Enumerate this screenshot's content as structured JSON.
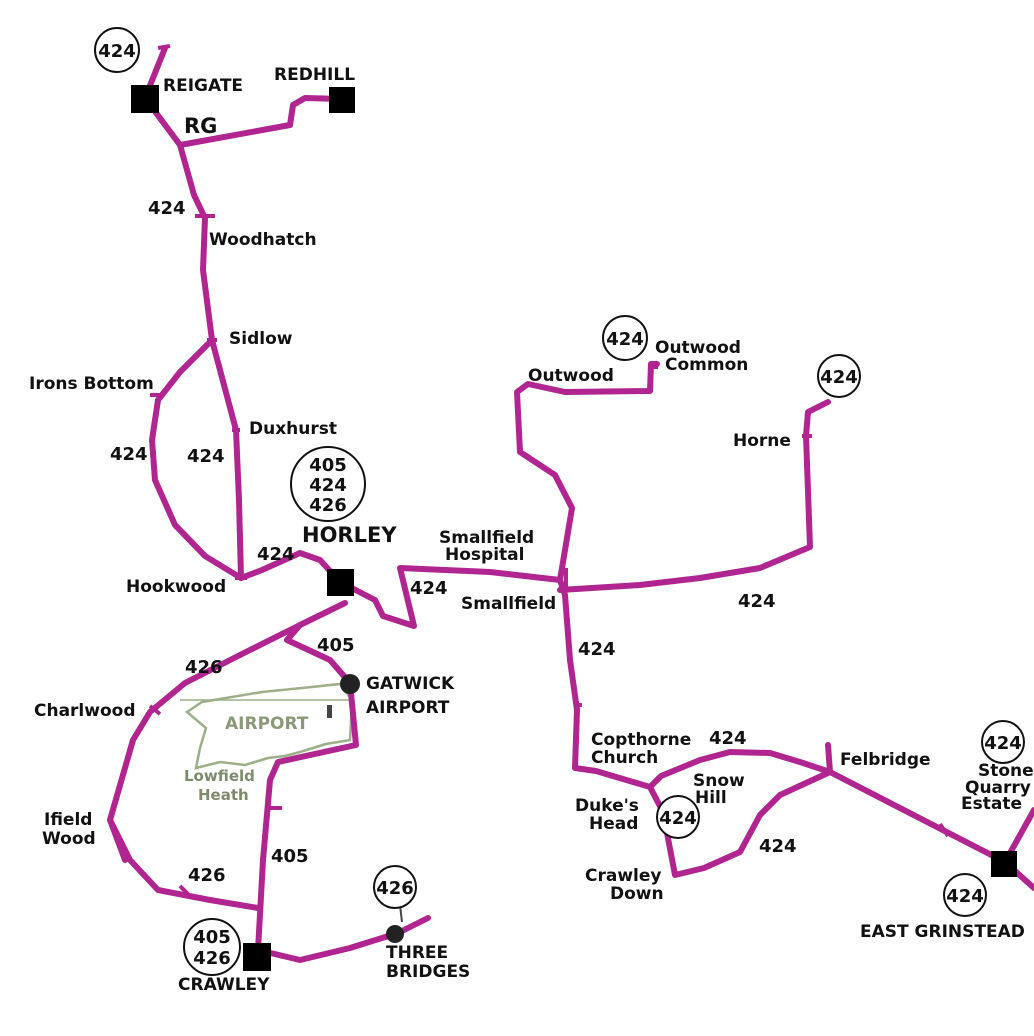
{
  "places": {
    "reigate": "REIGATE",
    "redhill": "REDHILL",
    "rg": "RG",
    "woodhatch": "Woodhatch",
    "sidlow": "Sidlow",
    "irons_bottom": "Irons Bottom",
    "duxhurst": "Duxhurst",
    "hookwood": "Hookwood",
    "horley": "HORLEY",
    "smallfield_hospital_1": "Smallfield",
    "smallfield_hospital_2": "Hospital",
    "smallfield": "Smallfield",
    "outwood": "Outwood",
    "outwood_common_1": "Outwood",
    "outwood_common_2": "Common",
    "horne": "Horne",
    "gatwick_1": "GATWICK",
    "gatwick_2": "AIRPORT",
    "airport": "AIRPORT",
    "lowfield_heath_1": "Lowfield",
    "lowfield_heath_2": "Heath",
    "charlwood": "Charlwood",
    "ifield_wood_1": "Ifield",
    "ifield_wood_2": "Wood",
    "crawley": "CRAWLEY",
    "three_bridges_1": "THREE",
    "three_bridges_2": "BRIDGES",
    "copthorne_church_1": "Copthorne",
    "copthorne_church_2": "Church",
    "dukes_head_1": "Duke's",
    "dukes_head_2": "Head",
    "snow_hill_1": "Snow",
    "snow_hill_2": "Hill",
    "crawley_down_1": "Crawley",
    "crawley_down_2": "Down",
    "felbridge": "Felbridge",
    "stone_quarry_1": "Stone",
    "stone_quarry_2": "Quarry",
    "stone_quarry_3": "Estate",
    "east_grinstead": "EAST GRINSTEAD"
  },
  "route_labels": {
    "r424_woodhatch": "424",
    "r424_irons": "424",
    "r424_duxhurst": "424",
    "r424_horley": "424",
    "r424_smallfield": "424",
    "r424_horne": "424",
    "r424_south": "424",
    "r424_copthorne": "424",
    "r424_crawleydown": "424",
    "r426_charlwood": "426",
    "r426_ifield": "426",
    "r405_gatwick": "405",
    "r405_crawley": "405"
  },
  "circles": {
    "reigate": "424",
    "outwood_common": "424",
    "horne": "424",
    "horley_1": "405",
    "horley_2": "424",
    "horley_3": "426",
    "dukes_head": "424",
    "stone_quarry": "424",
    "east_grinstead": "424",
    "three_bridges": "426",
    "crawley_1": "405",
    "crawley_2": "426"
  },
  "colors": {
    "route": "#b0258f",
    "airport_outline": "#9caf88",
    "terminal": "#000000"
  }
}
